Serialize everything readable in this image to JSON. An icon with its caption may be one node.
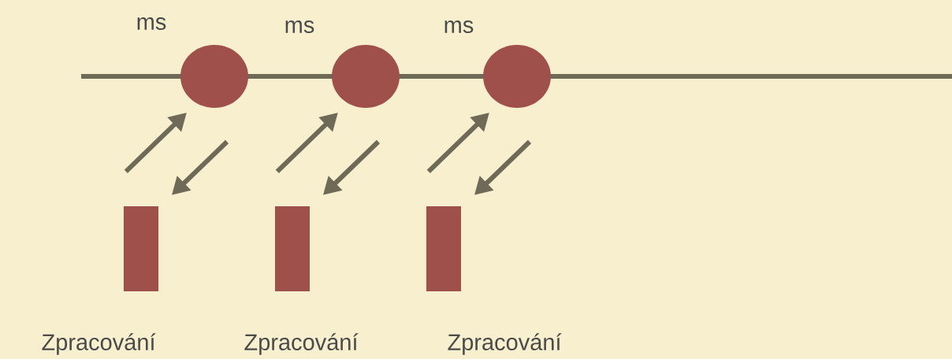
{
  "diagram": {
    "nodes": [
      {
        "text": [],
        "shape": "circle"
      },
      {
        "text": [],
        "shape": "circle"
      },
      {
        "text": [],
        "shape": "circle"
      },
      {
        "text": [],
        "shape": "bar",
        "beside": [
          "Zpracování"
        ]
      },
      {
        "text": [],
        "shape": "bar",
        "beside": [
          "Zpracování"
        ]
      },
      {
        "text": [],
        "shape": "bar",
        "beside": [
          "Zpracování"
        ]
      }
    ],
    "edges": [
      {
        "from": 3,
        "to": 0,
        "arrow": "to"
      },
      {
        "from": 0,
        "to": 3,
        "arrow": "to"
      },
      {
        "from": 4,
        "to": 1,
        "arrow": "to"
      },
      {
        "from": 1,
        "to": 4,
        "arrow": "to"
      },
      {
        "from": 5,
        "to": 2,
        "arrow": "to"
      },
      {
        "from": 2,
        "to": 5,
        "arrow": "to"
      }
    ],
    "labels": [
      "ms",
      "ms",
      "ms"
    ]
  }
}
